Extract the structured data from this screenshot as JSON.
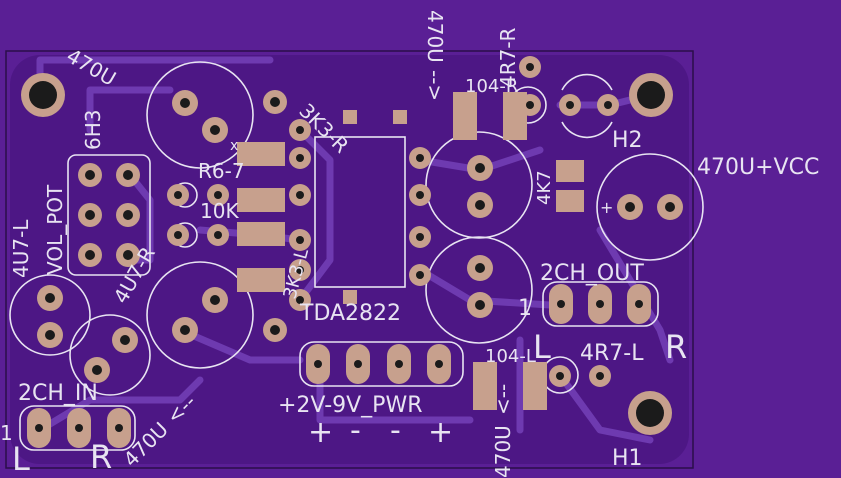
{
  "board": {
    "colors": {
      "background": "#5a1f95",
      "copper_pour": "#4d1785",
      "trace": "#6e3ab0",
      "pad": "#c7a08d",
      "drill": "#1b1b1b",
      "silkscreen": "#e8e4f2",
      "outline": "#2a0f49"
    }
  },
  "labels": {
    "c_470u_top": "470U",
    "c_470u_top_arrow": "-->",
    "r_4r7_top": "4R7-R",
    "c_104_top": "104-R",
    "jp_6h3": "6H3",
    "c_470u_left": "470U",
    "ic_3k3": "3K3-R",
    "r_r6": "R6-7",
    "r_10k": "10K",
    "r_4k7": "4K7",
    "c_470u_vcc": "470U+VCC",
    "h2": "H2",
    "h1": "H1",
    "c_4u7_l": "4U7-L",
    "vol_pot": "VOL_POT",
    "c_4u7_r": "4U7-R",
    "ic_tda2822": "TDA2822",
    "ic_3k3_l": "3K3-L",
    "jp_2ch_out": "2CH_OUT",
    "num_1_out": "1",
    "l_out": "L",
    "r_out": "R",
    "r_4r7_l": "4R7-L",
    "c_104_l": "104-L",
    "c_470u_bottom": "470U",
    "c_470u_bottom_arrow": "<--",
    "jp_pwr": "+2V-9V_PWR",
    "pwr_plus_1": "+",
    "pwr_minus_1": "-",
    "pwr_minus_2": "-",
    "pwr_plus_2": "+",
    "jp_2ch_in": "2CH_IN",
    "num_1_in": "1",
    "l_in": "L",
    "r_in": "R",
    "c_470u_l": "470U",
    "c_470u_l_arrow": "<--",
    "plus_mark": "+",
    "x_mark": "x"
  }
}
